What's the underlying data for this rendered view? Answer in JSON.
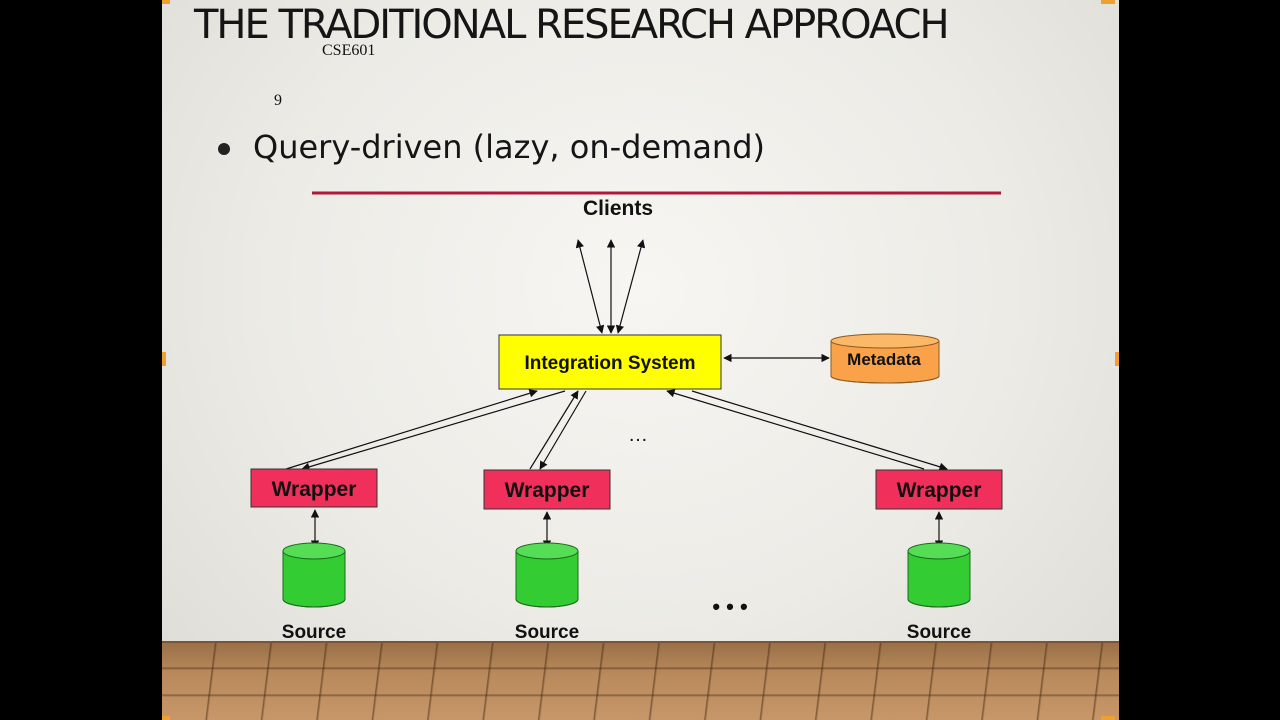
{
  "slide": {
    "title": "THE TRADITIONAL RESEARCH APPROACH",
    "course": "CSE601",
    "page_number": "9",
    "bullet": "Query-driven (lazy, on-demand)"
  },
  "diagram": {
    "clients_label": "Clients",
    "integration_label": "Integration System",
    "metadata_label": "Metadata",
    "wrapper_labels": [
      "Wrapper",
      "Wrapper",
      "Wrapper"
    ],
    "source_labels": [
      "Source",
      "Source",
      "Source"
    ],
    "ellipsis_middle": "…",
    "ellipsis_bottom": "• • •"
  },
  "colors": {
    "accent_line": "#b0173a",
    "integration_fill": "#ffff00",
    "wrapper_fill": "#f0305a",
    "metadata_fill": "#f9a24a",
    "source_fill": "#33cc33",
    "corner_marks": "#f0a030"
  }
}
